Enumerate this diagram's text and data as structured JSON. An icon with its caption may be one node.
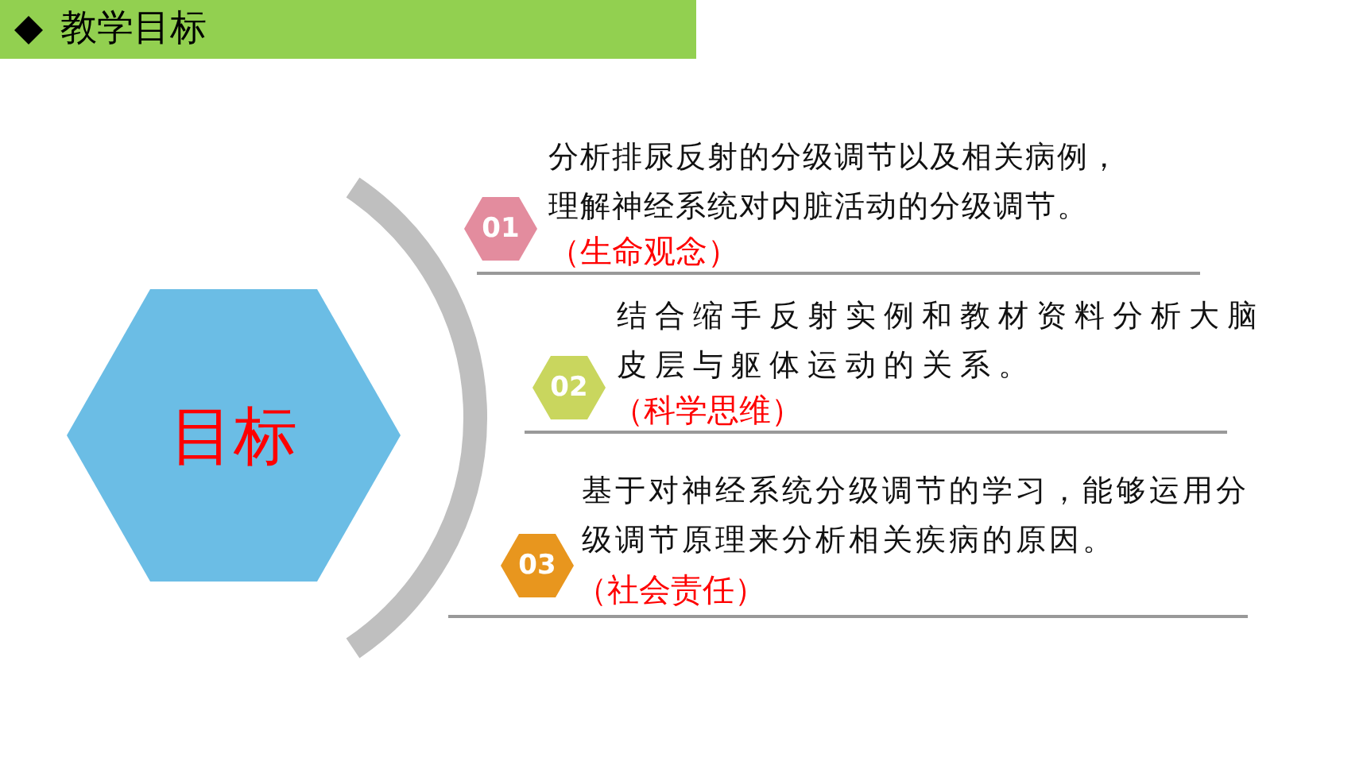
{
  "diagram": {
    "title": "教学目标",
    "nodes": [
      {
        "text": [
          "目标"
        ]
      },
      {
        "text": [
          "01"
        ],
        "beside": [
          "分析排尿反射的分级调节以及相关病例，理解神经系统对内脏活动的分级调节。",
          "（生命观念）"
        ]
      },
      {
        "text": [
          "02"
        ],
        "beside": [
          "结合缩手反射实例和教材资料分析大脑皮层与躯体运动的关系。",
          "（科学思维）"
        ]
      },
      {
        "text": [
          "03"
        ],
        "beside": [
          "基于对神经系统分级调节的学习，能够运用分级调节原理来分析相关疾病的原因。",
          "（社会责任）"
        ]
      }
    ],
    "edges": []
  }
}
